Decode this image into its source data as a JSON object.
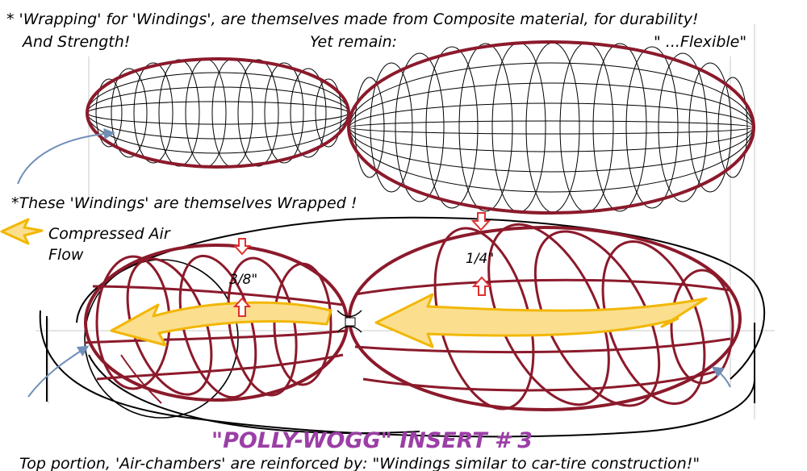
{
  "colors": {
    "maroon": "#8b1a2b",
    "wire": "#000000",
    "arrow_fill": "#fbdf8f",
    "arrow_stroke": "#f2b705",
    "marker_red": "#e03030",
    "pointer_blue": "#6f8fb8",
    "title_purple": "#9b3fa6",
    "guide_gray": "#c8c8c8"
  },
  "labels": {
    "header_line1": "* 'Wrapping' for 'Windings', are themselves made from Composite material, for durability!",
    "header_left": "And Strength!",
    "header_mid": "Yet remain:",
    "header_right": "\" ...Flexible\"",
    "wrapped_note": "*These 'Windings' are themselves Wrapped !",
    "air_line1": "Compressed Air",
    "air_line2": "Flow",
    "dim_left": "3/8\"",
    "dim_right": "1/4\"",
    "title": "\"POLLY-WOGG\"  INSERT # 3",
    "caption": "Top portion, 'Air-chambers' are reinforced by: \"Windings similar to car-tire construction!\""
  },
  "icons": {
    "air_flow_arrow": "yellow-arrow-left-icon",
    "dimension_marker": "red-outline-arrow-icon",
    "pointer": "blue-curved-arrow-icon"
  }
}
